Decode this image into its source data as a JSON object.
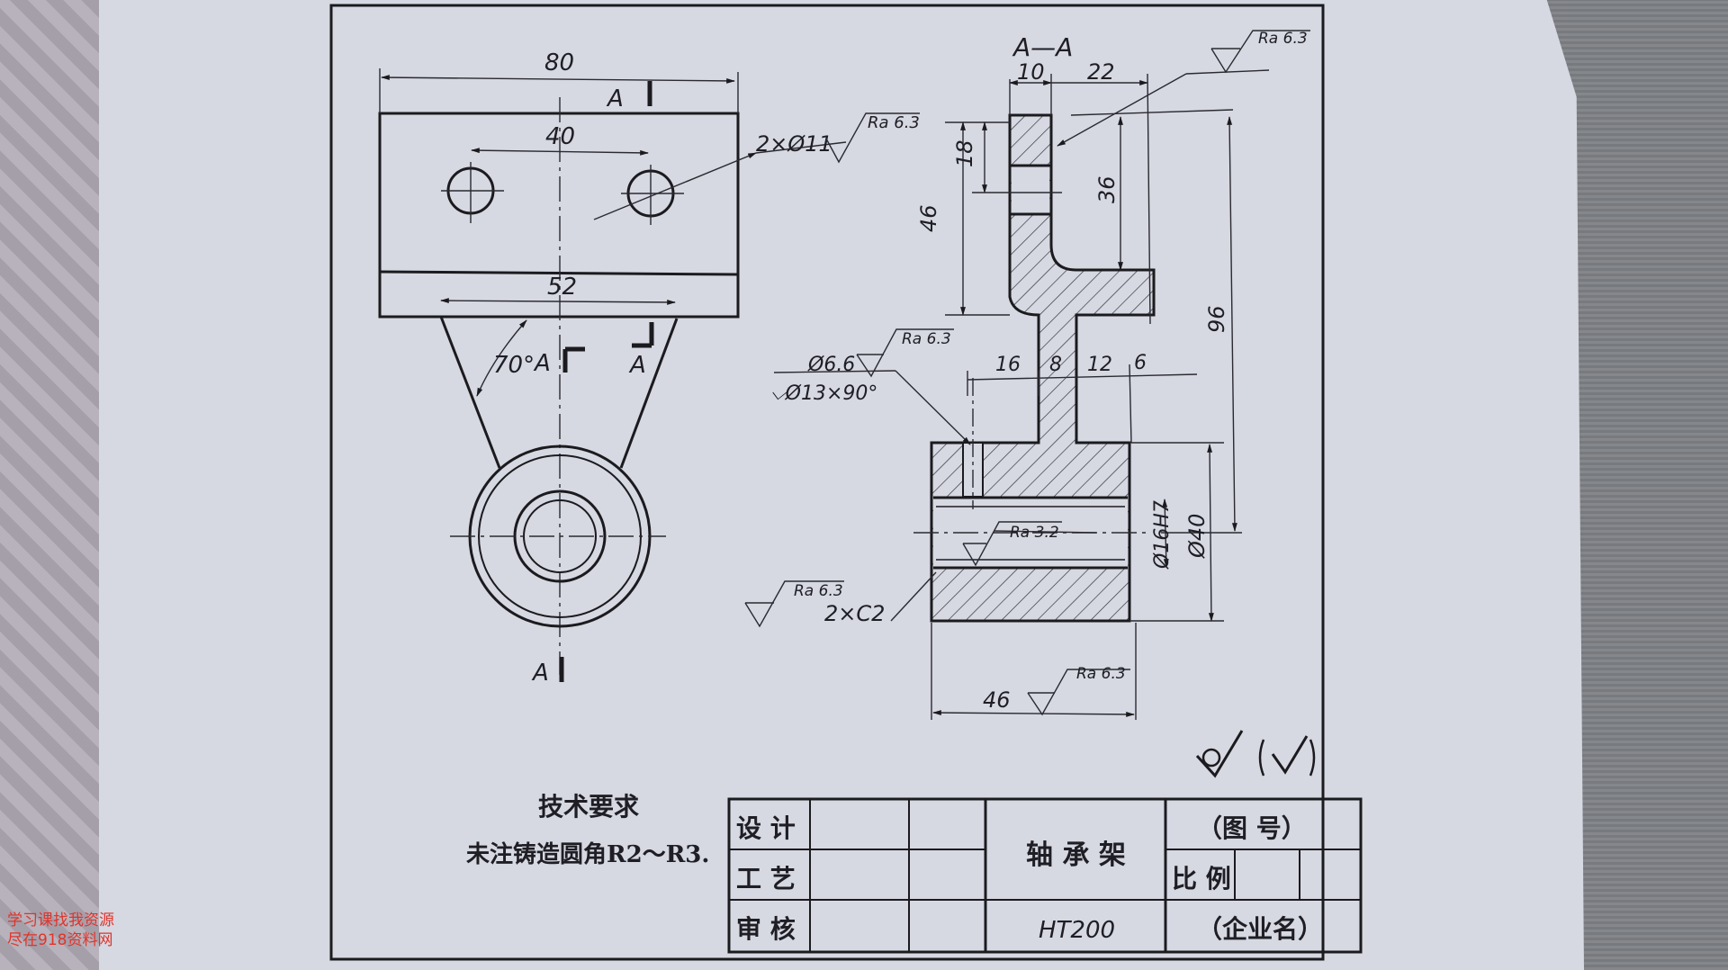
{
  "view_labels": {
    "section": "A—A",
    "cut_top": "A",
    "cut_left": "A",
    "cut_right": "A",
    "cut_bottom": "A"
  },
  "dimensions": {
    "width_80": "80",
    "hole_spacing_40": "40",
    "base_52": "52",
    "angle_70": "70°",
    "holes": "2×Ø11",
    "top_10": "10",
    "top_22": "22",
    "h_18": "18",
    "h_46": "46",
    "h_36": "36",
    "h_96": "96",
    "d_16": "16",
    "d_8": "8",
    "d_12": "12",
    "d_6": "6",
    "dia_6_6": "Ø6.6",
    "counterbore": "⌵Ø13×90°",
    "bore": "Ø16H7",
    "dia_40": "Ø40",
    "chamfer": "2×C2",
    "len_46": "46"
  },
  "roughness": {
    "r1": "Ra 6.3",
    "r2": "Ra 6.3",
    "r3": "Ra 6.3",
    "r4": "Ra 3.2",
    "r5": "Ra 6.3",
    "r6": "Ra 6.3"
  },
  "notes": {
    "title": "技术要求",
    "line1": "未注铸造圆角R2～R3."
  },
  "title_block": {
    "design": "设 计",
    "process": "工 艺",
    "review": "审 核",
    "part_name": "轴 承 架",
    "drawing_no": "（图 号）",
    "scale": "比 例",
    "material": "HT200",
    "company": "（企业名）"
  },
  "watermark": {
    "line1": "学习课找我资源",
    "line2": "尽在918资料网"
  },
  "colors": {
    "paper": "#d6d8e2",
    "ink": "#1b1b1f",
    "watermark": "#e0342a"
  }
}
